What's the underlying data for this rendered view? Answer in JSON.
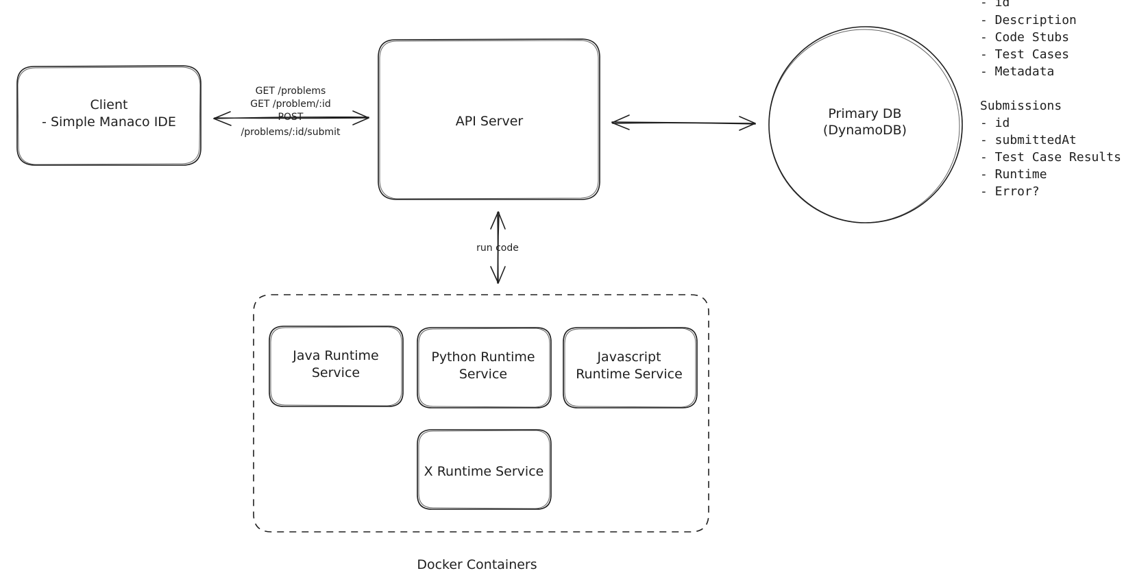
{
  "nodes": {
    "client": {
      "lines": [
        "Client",
        "- Simple Manaco IDE"
      ]
    },
    "api_server": {
      "lines": [
        "API Server"
      ]
    },
    "primary_db": {
      "lines": [
        "Primary DB",
        "(DynamoDB)"
      ]
    },
    "java_runtime": {
      "lines": [
        "Java Runtime",
        "Service"
      ]
    },
    "python_runtime": {
      "lines": [
        "Python Runtime",
        "Service"
      ]
    },
    "javascript_runtime": {
      "lines": [
        "Javascript",
        "Runtime Service"
      ]
    },
    "x_runtime": {
      "lines": [
        "X Runtime Service"
      ]
    }
  },
  "groups": {
    "docker_containers": {
      "label": "Docker Containers"
    }
  },
  "edges": {
    "client_api": {
      "label_lines": [
        "GET /problems",
        "GET /problem/:id",
        "POST",
        "/problems/:id/submit"
      ]
    },
    "api_runtime": {
      "label": "run code"
    },
    "api_db": {
      "label": ""
    }
  },
  "schema_notes": {
    "problems_fields": [
      "- id",
      "- Description",
      "- Code Stubs",
      "- Test Cases",
      "- Metadata"
    ],
    "submissions_title": "Submissions",
    "submissions_fields": [
      "- id",
      "- submittedAt",
      "- Test Case Results",
      "- Runtime",
      "- Error?"
    ]
  }
}
